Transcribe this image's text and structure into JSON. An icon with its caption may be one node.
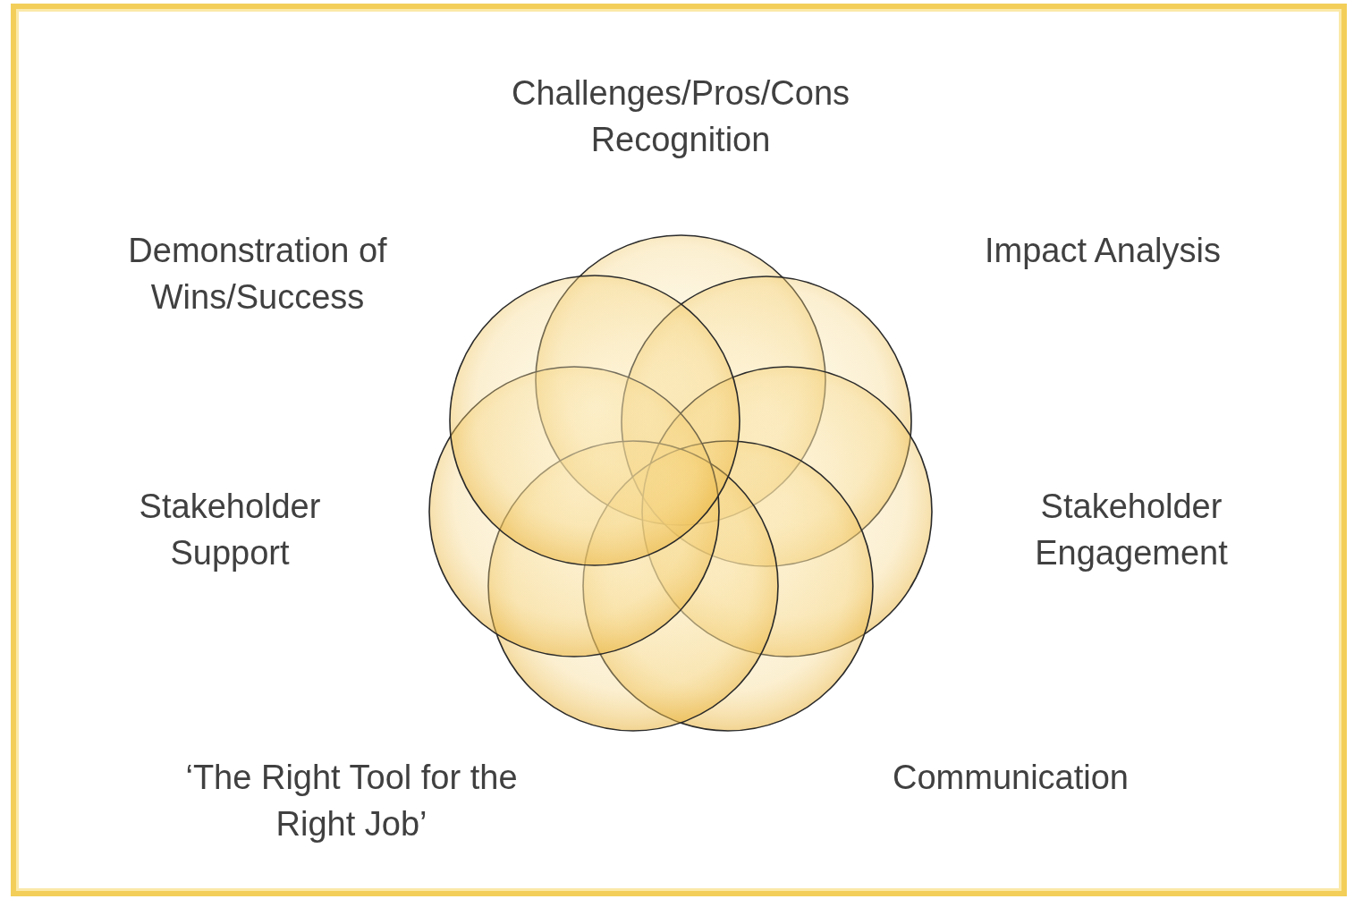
{
  "diagram": {
    "labels": [
      "Challenges/Pros/Cons Recognition",
      "Demonstration of Wins/Success",
      "Impact Analysis",
      "Stakeholder Support",
      "Stakeholder Engagement",
      "‘The Right Tool for the Right Job’",
      "Communication"
    ]
  }
}
